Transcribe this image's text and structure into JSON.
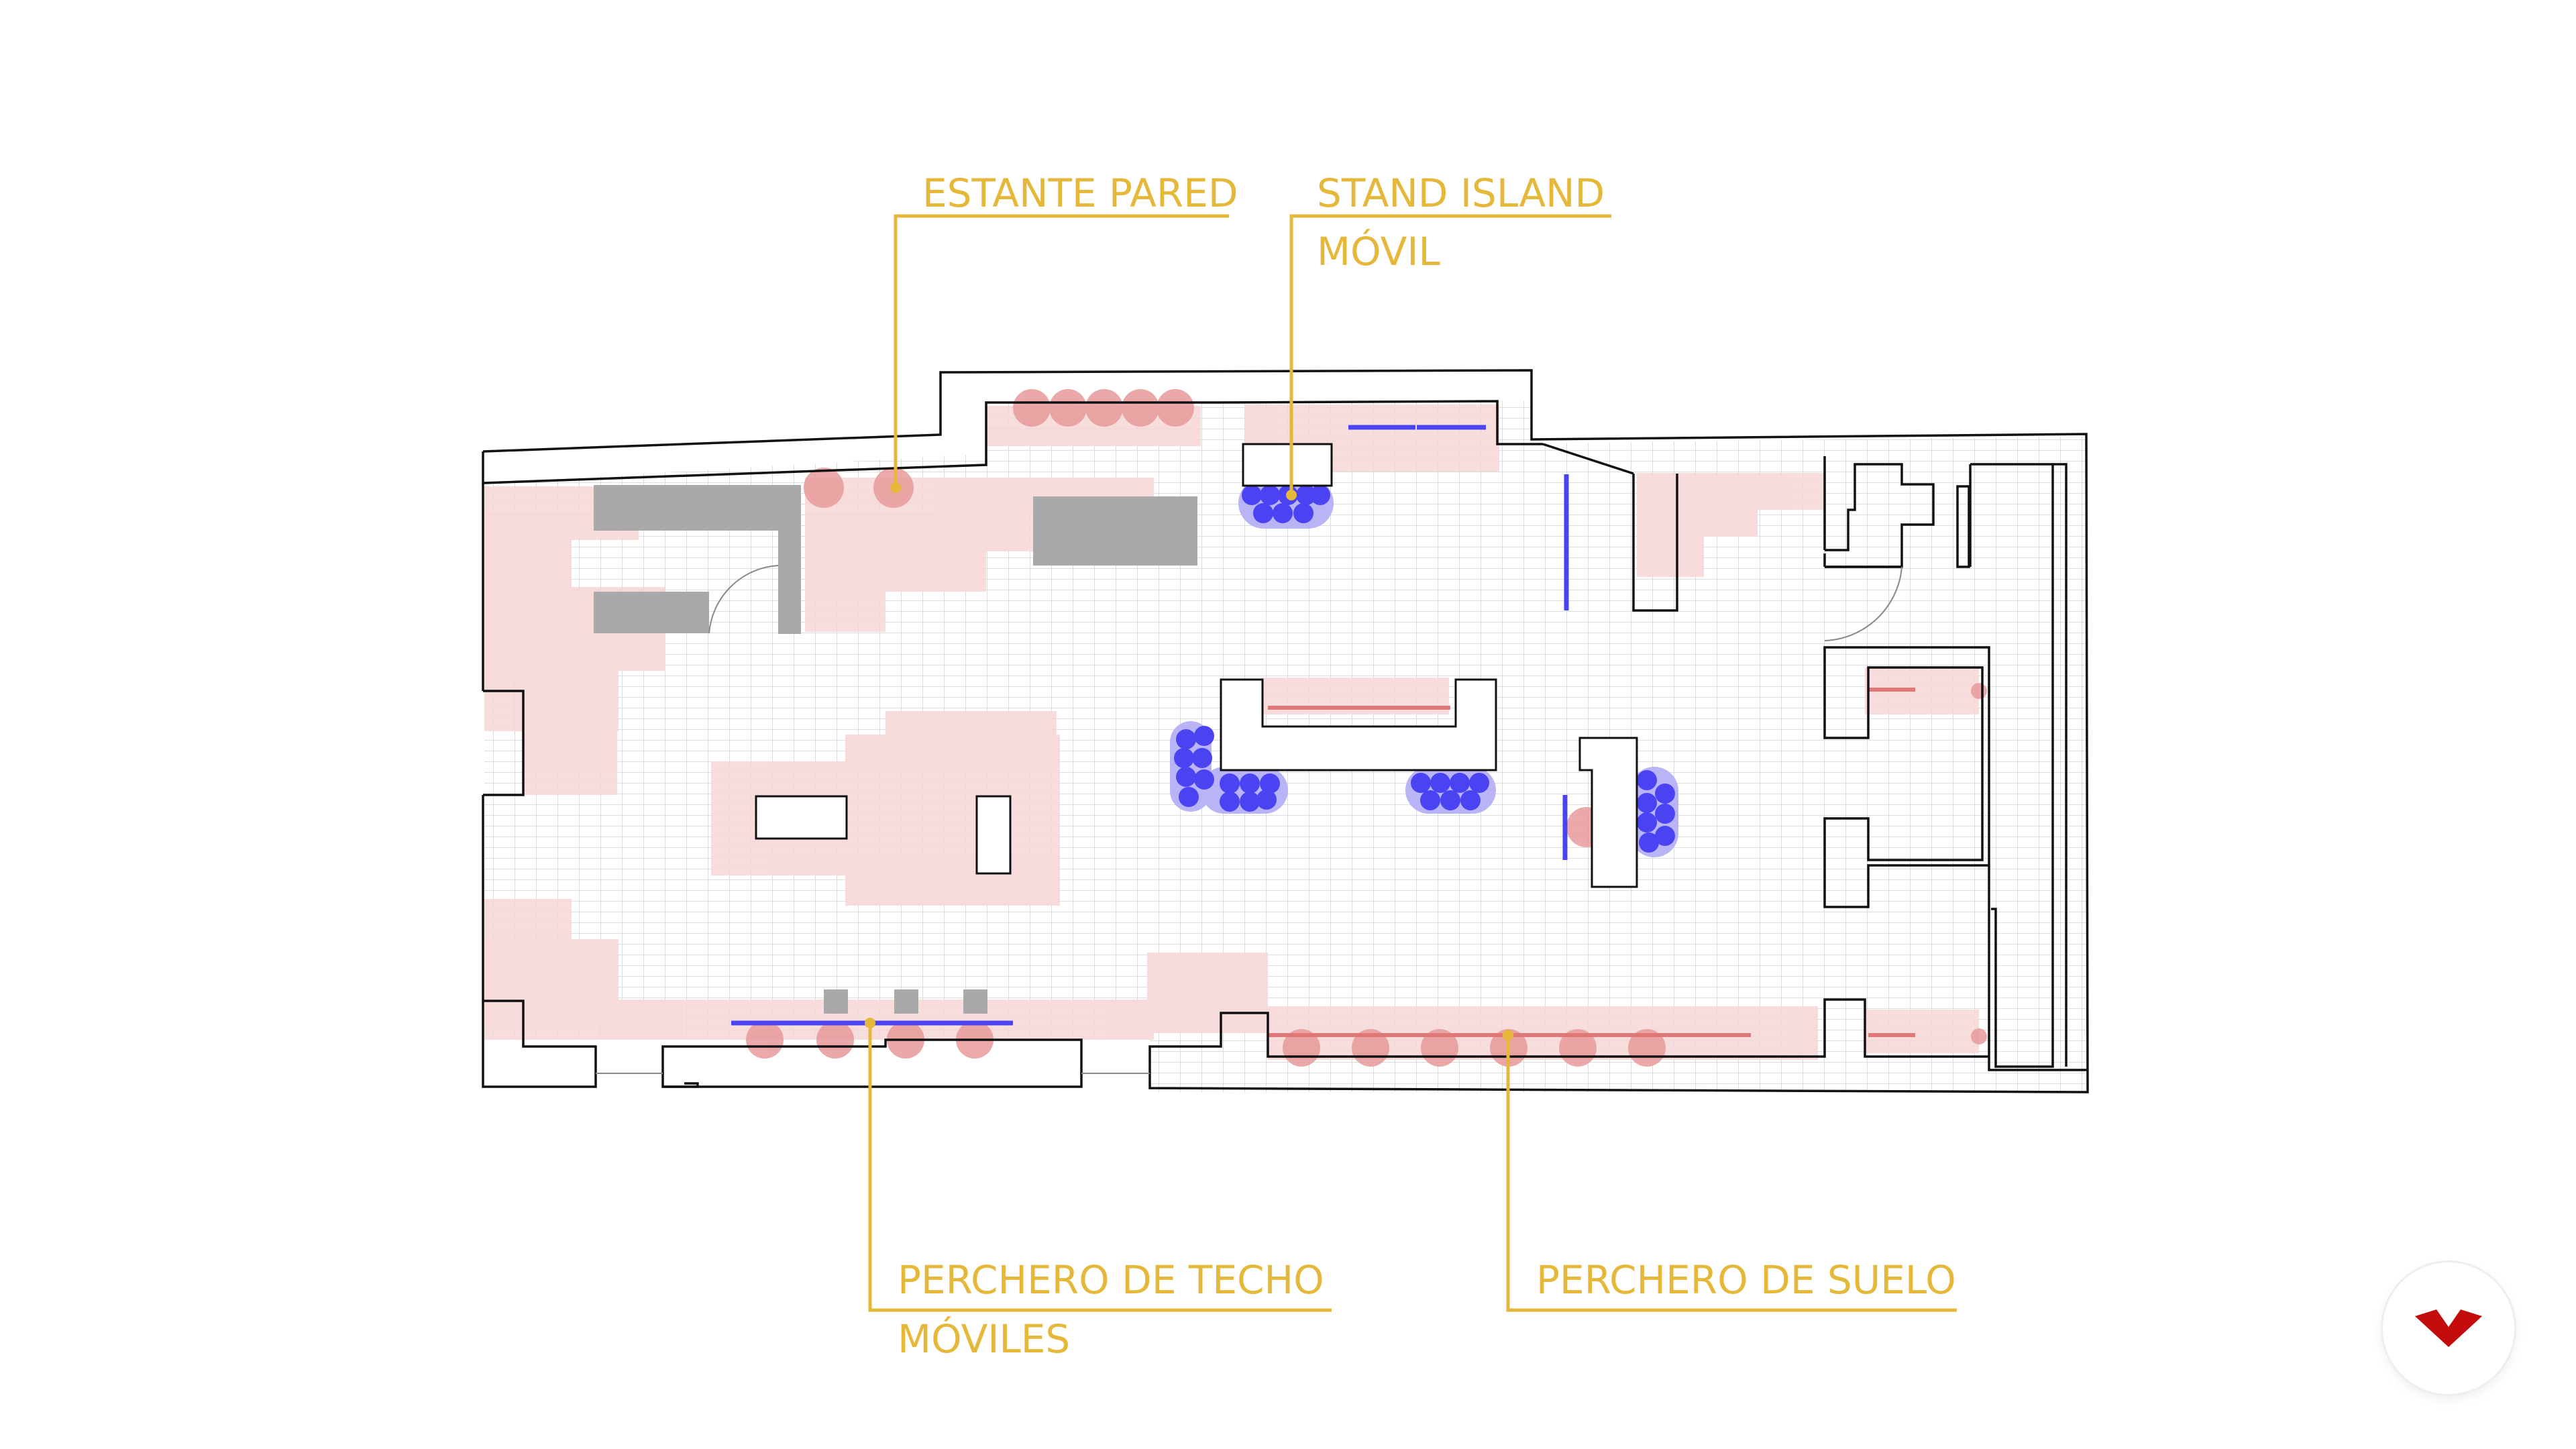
{
  "colors": {
    "accent": "#E5B83A",
    "wall": "#111111",
    "grid": "#D4D4D4",
    "zone": "#F7D7D7",
    "circle": "#E79A9A",
    "rail_red": "#E07878",
    "blue": "#4A43F2",
    "blue_halo": "#B9B4F5",
    "fixture": "#A9A9A9",
    "logo": "#C40C0C"
  },
  "callouts": {
    "estante_pared": "ESTANTE PARED",
    "stand_island_1": "STAND ISLAND",
    "stand_island_2": "MÓVIL",
    "perchero_techo_1": "PERCHERO DE TECHO",
    "perchero_techo_2": "MÓVILES",
    "perchero_suelo": "PERCHERO DE SUELO"
  },
  "logo": {
    "icon": "brand-chevron-logo-icon"
  }
}
